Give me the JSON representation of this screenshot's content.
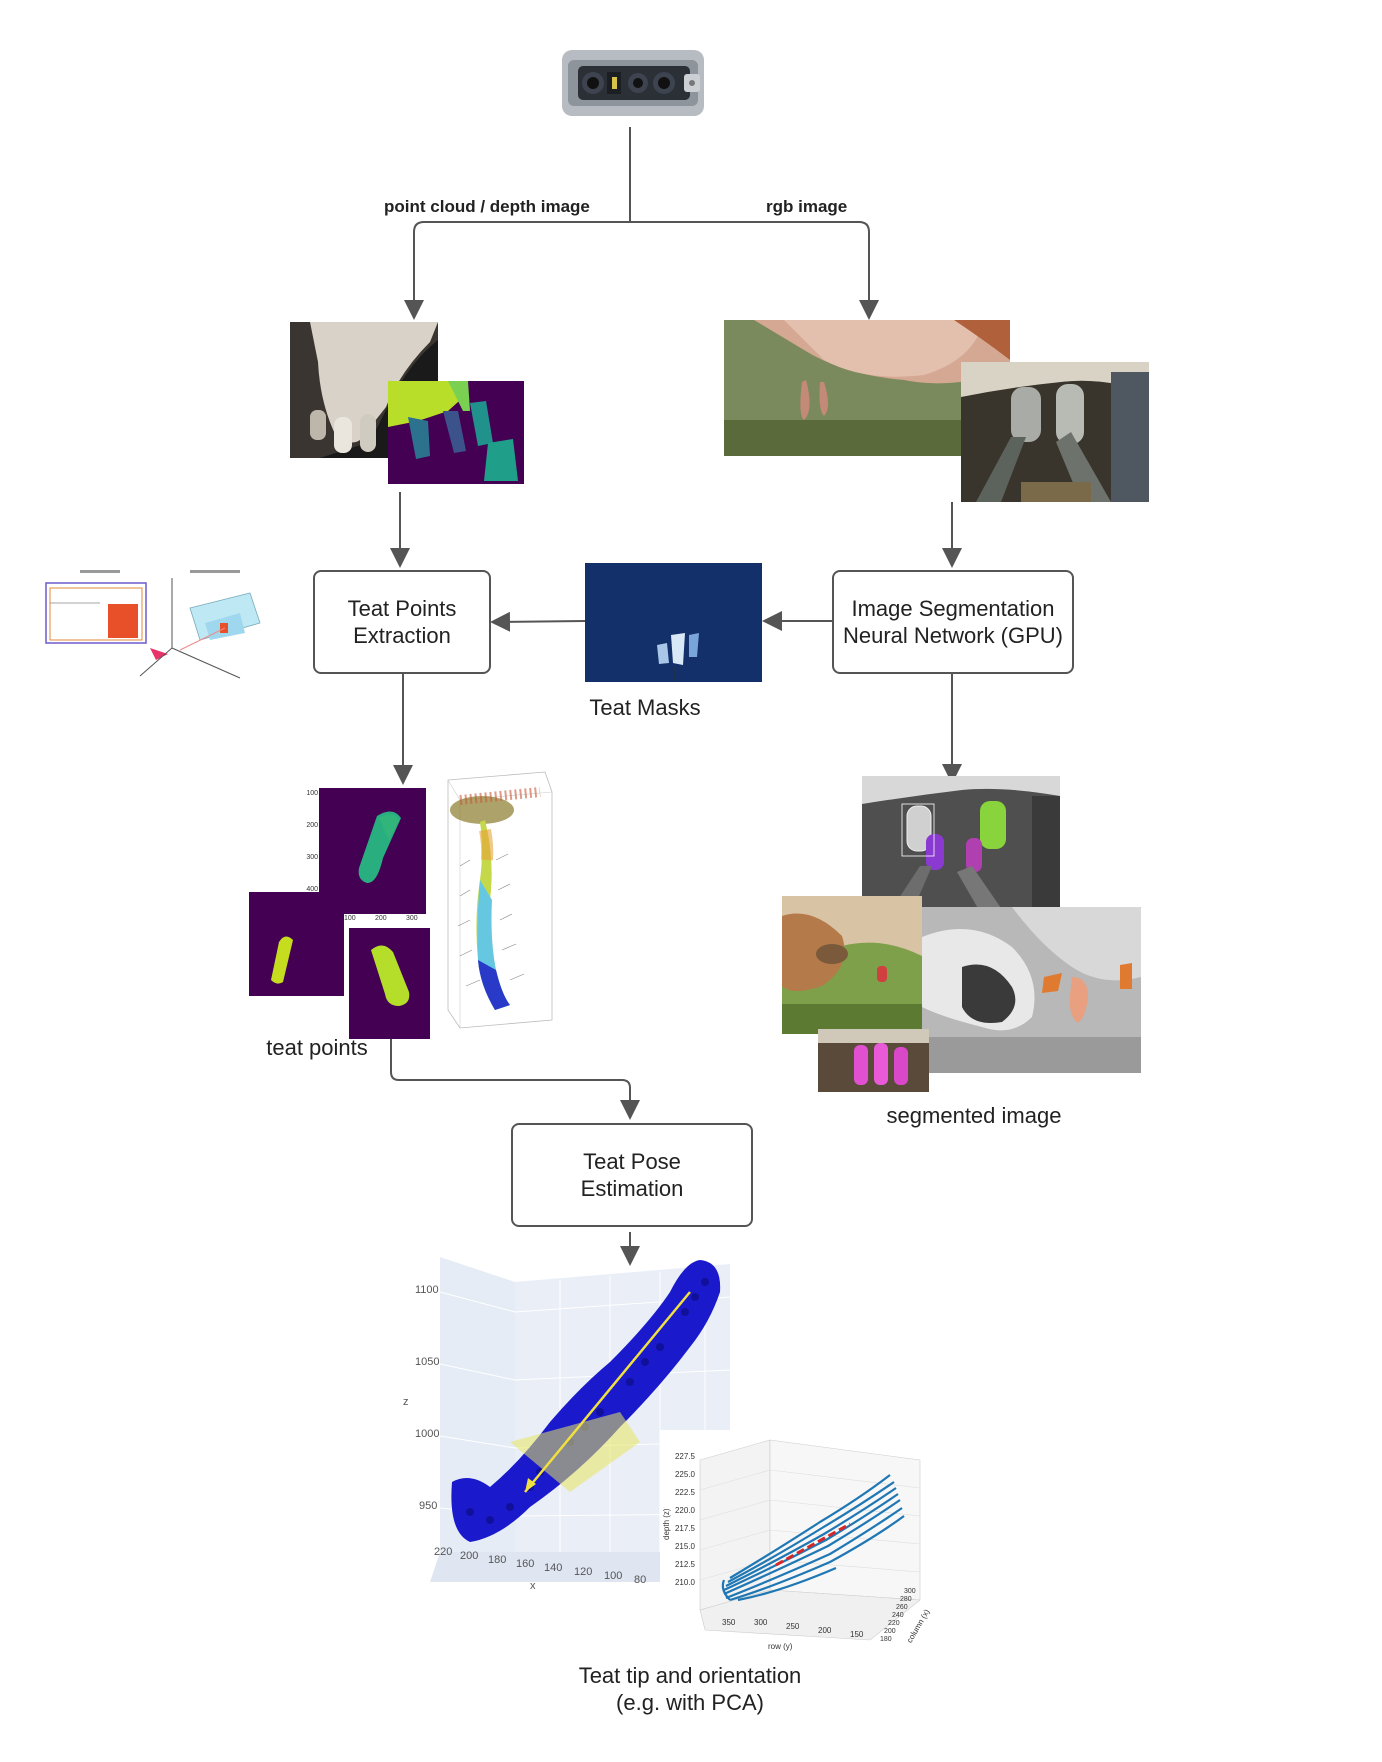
{
  "edges": {
    "left_label": "point cloud / depth image",
    "right_label": "rgb image"
  },
  "nodes": {
    "teat_points_extraction": "Teat Points\nExtraction",
    "image_segmentation": "Image Segmentation\nNeural Network (GPU)",
    "teat_pose_estimation": "Teat Pose\nEstimation"
  },
  "captions": {
    "teat_masks": "Teat Masks",
    "teat_points": "teat points",
    "segmented_image": "segmented image",
    "final": "Teat tip and orientation\n(e.g. with PCA)"
  },
  "plot3d_main": {
    "z_label": "z",
    "x_label": "x",
    "z_ticks": [
      "1100",
      "1050",
      "1000",
      "950"
    ],
    "x_ticks": [
      "220",
      "200",
      "180",
      "160",
      "140",
      "120",
      "100",
      "80"
    ]
  },
  "plot3d_small": {
    "z_label": "depth (z)",
    "y_label": "row (y)",
    "x_label": "column (x)",
    "z_ticks": [
      "227.5",
      "225.0",
      "222.5",
      "220.0",
      "217.5",
      "215.0",
      "212.5",
      "210.0"
    ],
    "row_ticks": [
      "350",
      "300",
      "250",
      "200",
      "150"
    ],
    "col_ticks": [
      "180",
      "200",
      "220",
      "240",
      "260",
      "280",
      "300"
    ]
  },
  "mask_axis": {
    "y_ticks": [
      "100",
      "200",
      "300",
      "400"
    ],
    "x_ticks": [
      "100",
      "200",
      "300"
    ]
  },
  "colors": {
    "line": "#555555",
    "mask_bg": "#440154",
    "teat_blue": "#1a1acc",
    "pca_arrow": "#f0e040",
    "segment_blue": "#14306a"
  }
}
